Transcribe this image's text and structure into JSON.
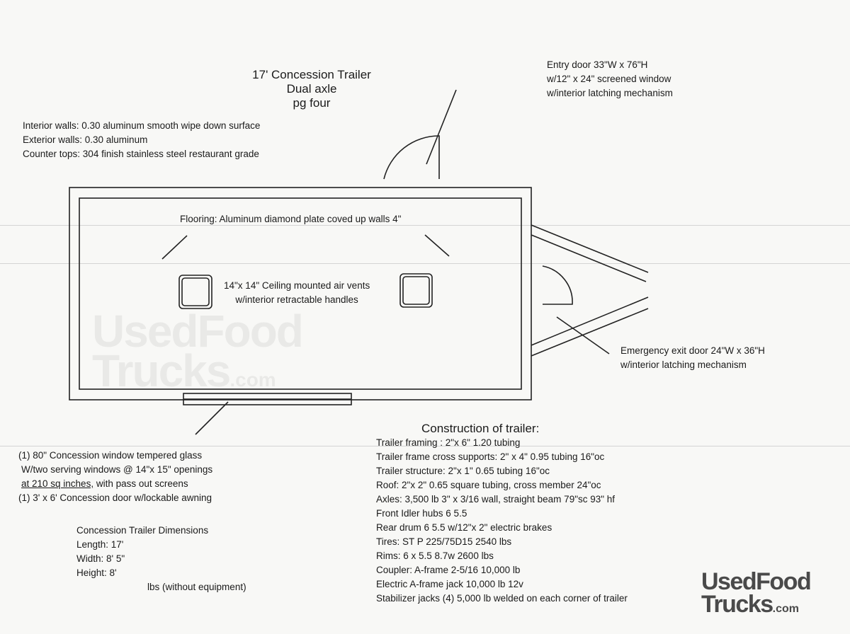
{
  "title": {
    "line1": "17' Concession Trailer",
    "line2": "Dual axle",
    "line3": "pg four"
  },
  "materials": [
    "Interior walls: 0.30 aluminum smooth wipe down surface",
    "Exterior walls: 0.30 aluminum",
    "Counter tops: 304 finish stainless steel restaurant grade"
  ],
  "entry_door": [
    "Entry door 33\"W x 76\"H",
    "w/12\" x 24\" screened window",
    "w/interior latching mechanism"
  ],
  "flooring": "Flooring: Aluminum diamond plate coved up walls 4\"",
  "vents": [
    "14\"x 14\" Ceiling mounted air vents",
    "w/interior retractable handles"
  ],
  "emergency_door": [
    "Emergency exit door  24\"W x 36\"H",
    "w/interior latching mechanism"
  ],
  "concession_window": {
    "line1": "(1) 80\" Concession window tempered glass",
    "line2": "W/two serving windows @ 14\"x 15\" openings",
    "line3_underlined": "at 210 sq inches,",
    "line3_rest": " with  pass out screens",
    "line4": "(1)  3' x 6' Concession door w/lockable awning"
  },
  "dimensions": {
    "heading": "Concession Trailer Dimensions",
    "length": "Length: 17'",
    "width": "Width: 8' 5\"",
    "height": "Height: 8'",
    "weight_partial": "lbs (without equipment)"
  },
  "construction": {
    "heading": "Construction of trailer:",
    "items": [
      "Trailer framing : 2\"x 6\" 1.20 tubing",
      "Trailer frame cross supports: 2\" x 4\" 0.95 tubing 16\"oc",
      "Trailer structure: 2\"x 1\" 0.65 tubing 16\"oc",
      "Roof: 2\"x 2\" 0.65 square tubing, cross member 24\"oc",
      "Axles: 3,500 lb 3\" x 3/16 wall, straight beam 79\"sc 93\" hf",
      "Front Idler hubs 6 5.5",
      "Rear drum 6 5.5 w/12\"x 2\" electric brakes",
      "Tires: ST P 225/75D15 2540 lbs",
      "Rims: 6 x 5.5  8.7w 2600 lbs",
      "Coupler: A-frame 2-5/16 10,000 lb",
      "Electric A-frame jack 10,000 lb 12v",
      "Stabilizer jacks  (4) 5,000 lb welded on each corner of trailer"
    ]
  },
  "watermark": {
    "line1": "UsedFood",
    "line2": "Trucks",
    "suffix": ".com"
  },
  "logo": {
    "line1": "UsedFood",
    "line2": "Trucks",
    "suffix": ".com"
  }
}
